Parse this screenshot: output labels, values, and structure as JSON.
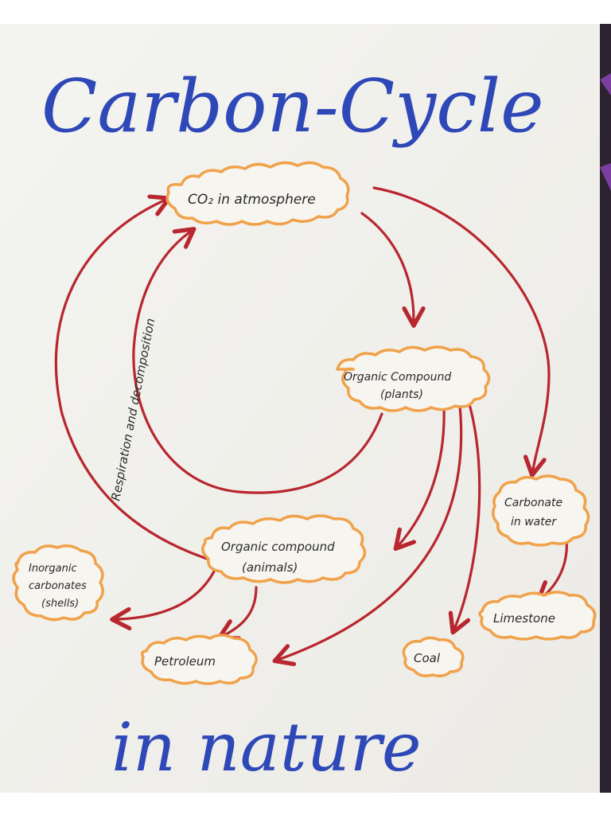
{
  "title": {
    "line1": "Carbon-Cycle",
    "line2": "in nature"
  },
  "nodes": {
    "co2": "CO₂ in atmosphere",
    "plants_line1": "Organic Compound",
    "plants_line2": "(plants)",
    "animals_line1": "Organic compound",
    "animals_line2": "(animals)",
    "carbonate_line1": "Carbonate",
    "carbonate_line2": "in water",
    "limestone": "Limestone",
    "inorganic_line1": "Inorganic",
    "inorganic_line2": "carbonates",
    "inorganic_line3": "(shells)",
    "petroleum": "Petroleum",
    "coal": "Coal"
  },
  "labels": {
    "respiration": "Respiration and decomposition"
  },
  "colors": {
    "title": "#2f48b8",
    "arrow": "#b8262e",
    "cloud_outline": "#f0a24a",
    "paper": "#f2f2ee",
    "text": "#2a2a2a"
  }
}
